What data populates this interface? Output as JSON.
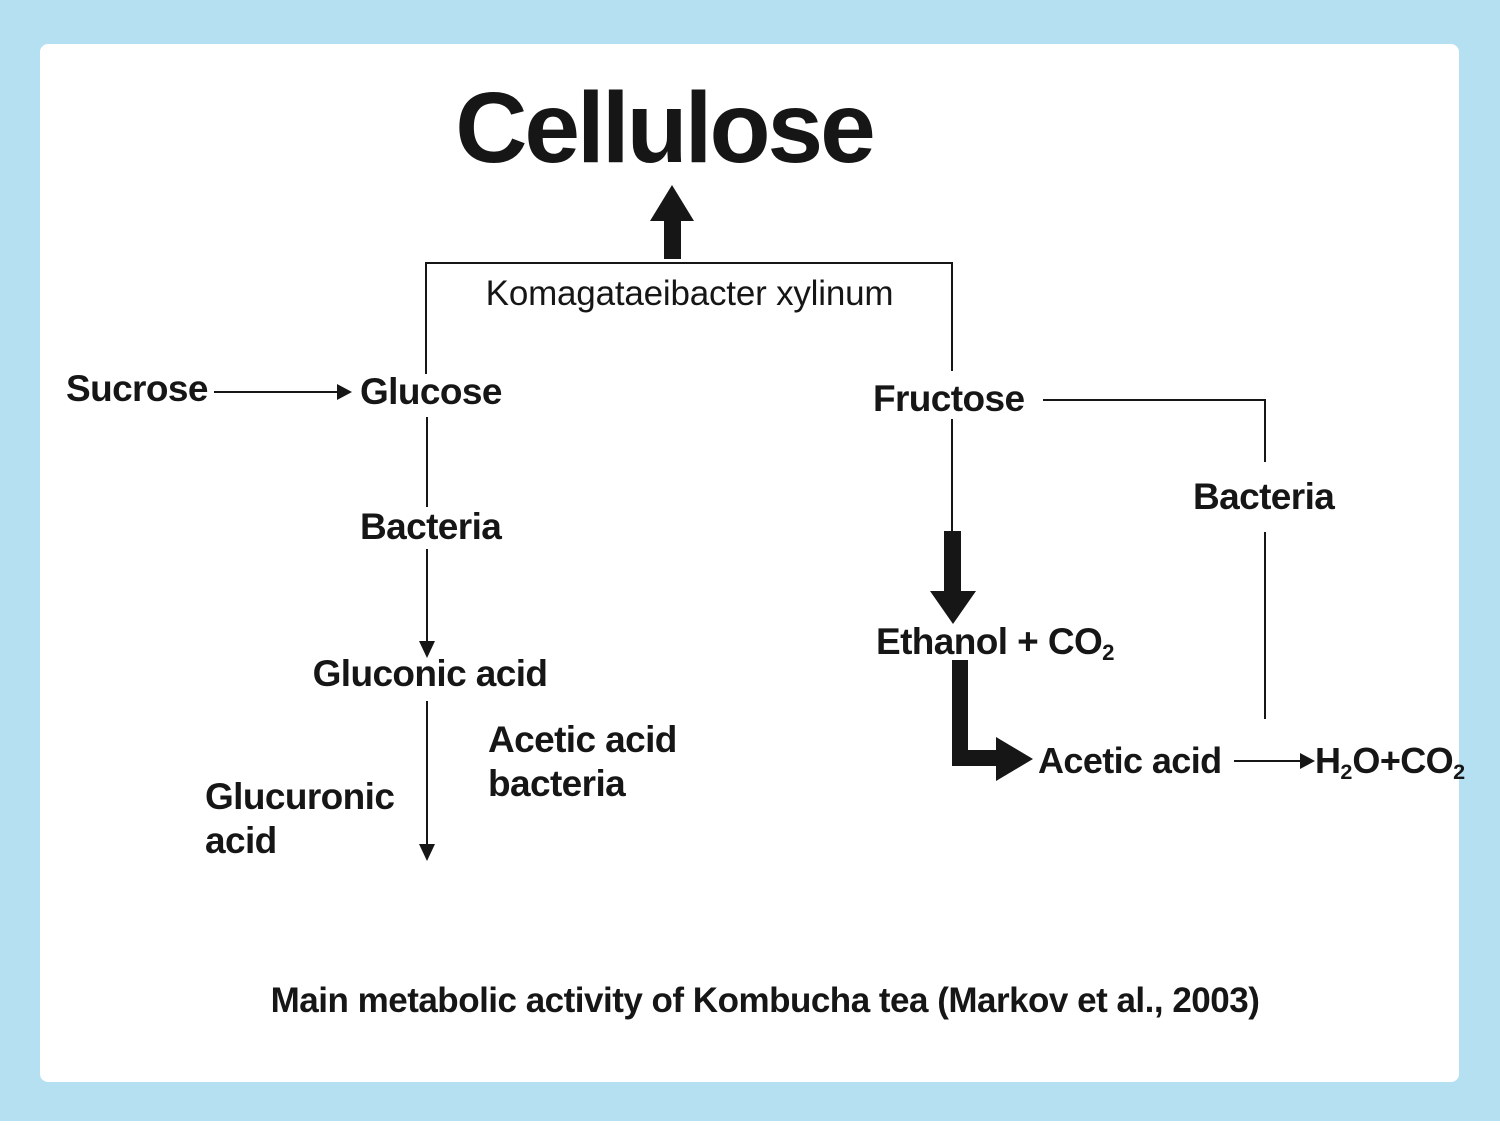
{
  "colors": {
    "frame": "#b5e0f2",
    "panel": "#ffffff",
    "ink": "#161616"
  },
  "title": "Cellulose",
  "organism_label": "Komagataeibacter xylinum",
  "labels": {
    "sucrose": "Sucrose",
    "glucose": "Glucose",
    "fructose": "Fructose",
    "bacteria_left": "Bacteria",
    "bacteria_right": "Bacteria",
    "gluconic_acid": "Gluconic acid",
    "glucuronic_acid": [
      "Glucuronic",
      "acid"
    ],
    "acetic_acid_bacteria": [
      "Acetic acid",
      "bacteria"
    ],
    "acetic_acid": "Acetic acid",
    "ethanol": {
      "main": "Ethanol + CO",
      "sub": "2"
    },
    "water_co2": {
      "p1": "H",
      "s1": "2",
      "p2": "O+CO",
      "s2": "2"
    }
  },
  "caption": "Main metabolic activity of Kombucha tea (Markov et al., 2003)"
}
